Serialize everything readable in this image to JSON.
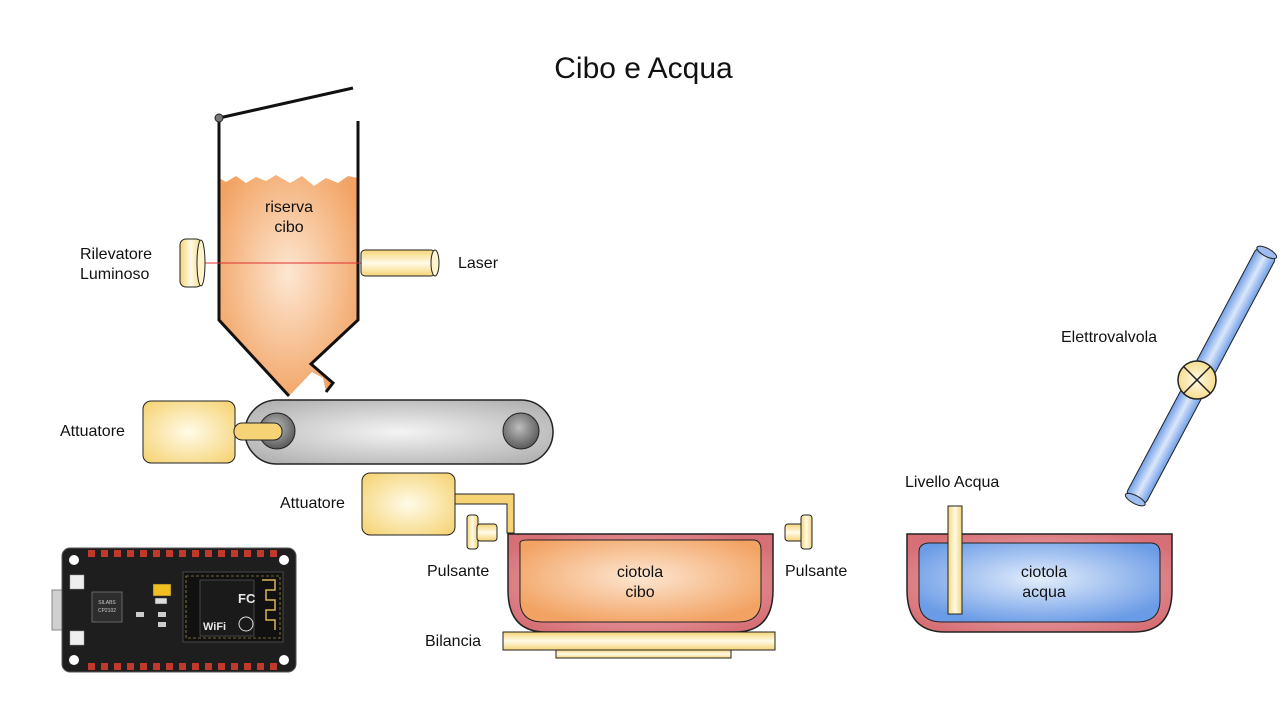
{
  "title": "Cibo e Acqua",
  "labels": {
    "riserva": [
      "riserva",
      "cibo"
    ],
    "rilevatore": [
      "Rilevatore",
      "Luminoso"
    ],
    "laser": "Laser",
    "attuatore_belt": "Attuatore",
    "attuatore_push": "Attuatore",
    "pulsante_left": "Pulsante",
    "pulsante_right": "Pulsante",
    "ciotola_cibo": [
      "ciotola",
      "cibo"
    ],
    "bilancia": "Bilancia",
    "elettrovalvola": "Elettrovalvola",
    "livello_acqua": "Livello Acqua",
    "ciotola_acqua": [
      "ciotola",
      "acqua"
    ]
  },
  "board": {
    "chip_top": [
      "SILABS",
      "CP2102"
    ],
    "wifi": "WiFi",
    "fc": "FC"
  },
  "colors": {
    "food": "#f4a86a",
    "bowl_rim": "#d9737a",
    "water": "#6f9ee8",
    "sensor": "#f7d77c",
    "belt": "#c8c8c8",
    "board": "#222222"
  }
}
